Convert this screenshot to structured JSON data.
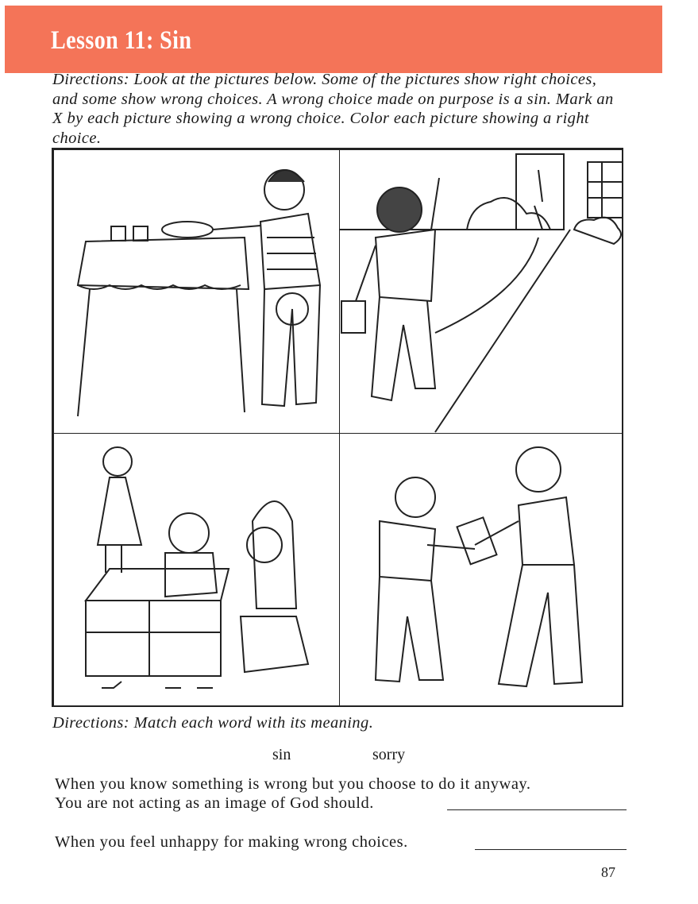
{
  "header": {
    "title": "Lesson 11: Sin",
    "color": "#f47458"
  },
  "directions": "Directions: Look at the pictures below. Some of the pictures show right choices, and some show wrong choices. A wrong choice made on purpose is a sin. Mark an X by each picture showing a wrong choice. Color each picture showing a right choice.",
  "pictures": [
    {
      "icon": "child-setting-table-illustration"
    },
    {
      "icon": "child-waving-goodbye-illustration"
    },
    {
      "icon": "children-playing-dollhouse-illustration"
    },
    {
      "icon": "boys-fighting-over-toy-illustration"
    }
  ],
  "match": {
    "directions": "Directions: Match each word with its meaning.",
    "words": [
      "sin",
      "sorry"
    ],
    "sentences": [
      "When you know something is wrong but you choose to do it anyway.",
      "You are not acting as an image of God should.",
      "When you feel unhappy for making wrong choices."
    ]
  },
  "page_number": "87"
}
